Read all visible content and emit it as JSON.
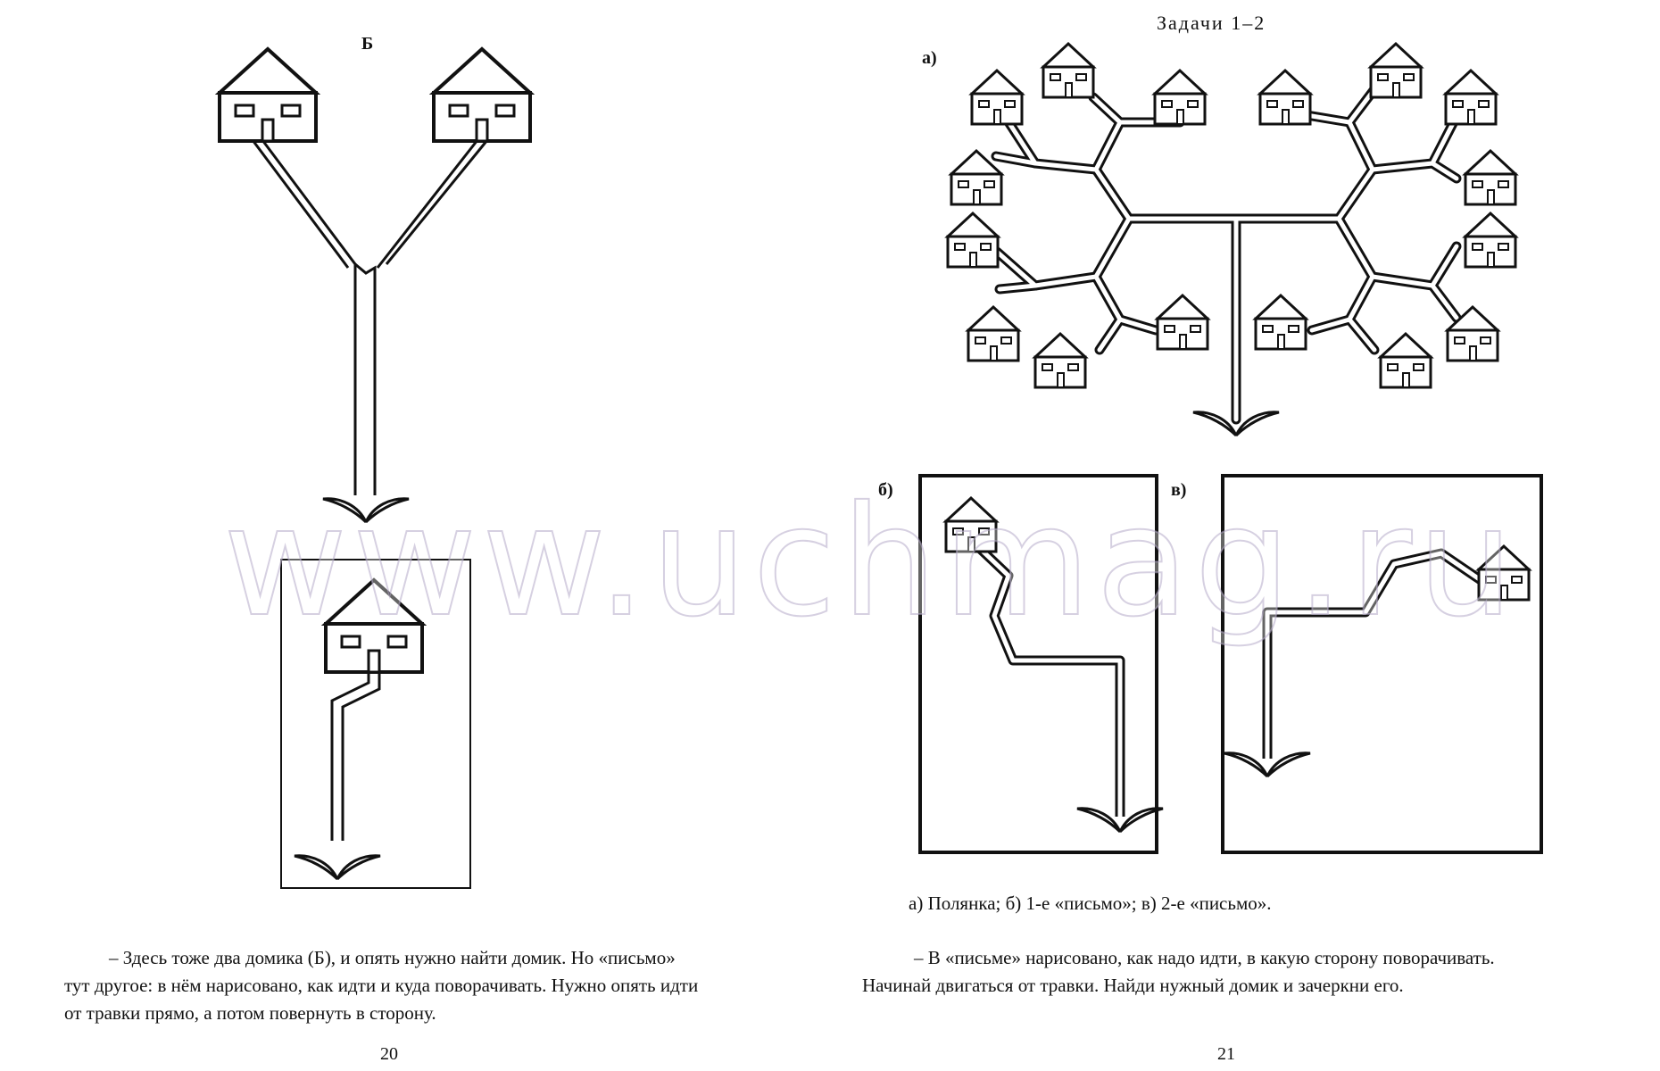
{
  "left_page": {
    "figure_label": "Б",
    "paragraph_lines": [
      "– Здесь тоже два домика (Б), и опять нужно найти домик. Но «письмо»",
      "тут другое: в нём нарисовано, как идти и куда поворачивать. Нужно опять идти",
      "от травки прямо, а потом повернуть в сторону."
    ],
    "page_number": "20"
  },
  "right_page": {
    "heading": "Задачи 1–2",
    "label_a": "а)",
    "label_b": "б)",
    "label_v": "в)",
    "caption": "а) Полянка; б) 1-е «письмо»; в) 2-е «письмо».",
    "paragraph_lines": [
      "– В «письме» нарисовано, как надо идти, в какую сторону поворачивать.",
      "Начинай двигаться от травки. Найди нужный домик и зачеркни его."
    ],
    "page_number": "21"
  },
  "watermark": "www.uchmag.ru"
}
